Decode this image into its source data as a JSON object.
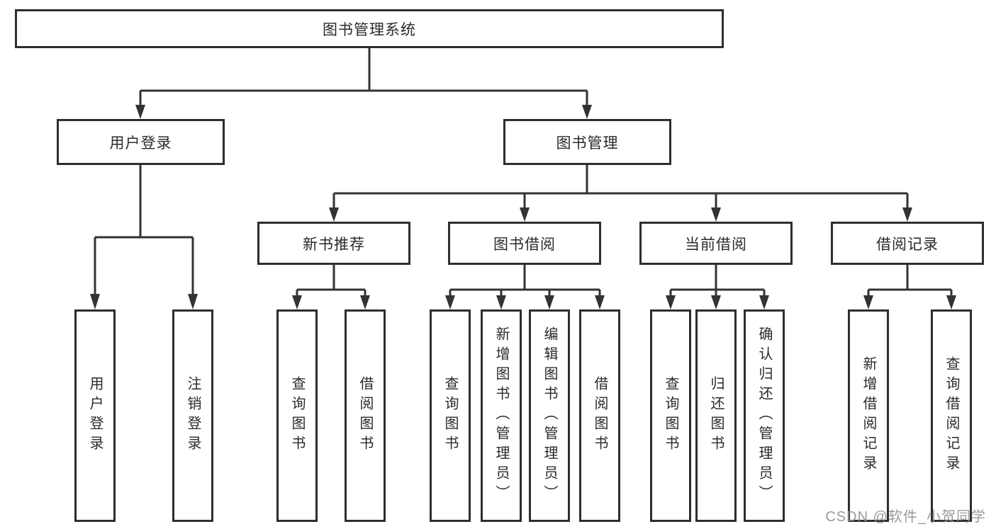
{
  "title_box": {
    "label": "图书管理系统"
  },
  "user_branch": {
    "label": "用户登录",
    "children": [
      "用户登录",
      "注销登录"
    ]
  },
  "book_branch": {
    "label": "图书管理",
    "groups": [
      {
        "label": "新书推荐",
        "children": [
          "查询图书",
          "借阅图书"
        ]
      },
      {
        "label": "图书借阅",
        "children": [
          "查询图书",
          "新增图书（管理员）",
          "编辑图书（管理员）",
          "借阅图书"
        ]
      },
      {
        "label": "当前借阅",
        "children": [
          "查询图书",
          "归还图书",
          "确认归还（管理员）"
        ]
      },
      {
        "label": "借阅记录",
        "children": [
          "新增借阅记录",
          "查询借阅记录"
        ]
      }
    ]
  },
  "watermark": "CSDN @软件_小贺同学",
  "colors": {
    "line": "#333333",
    "text": "#2a2a2a",
    "watermark": "#919191",
    "background": "#ffffff"
  }
}
